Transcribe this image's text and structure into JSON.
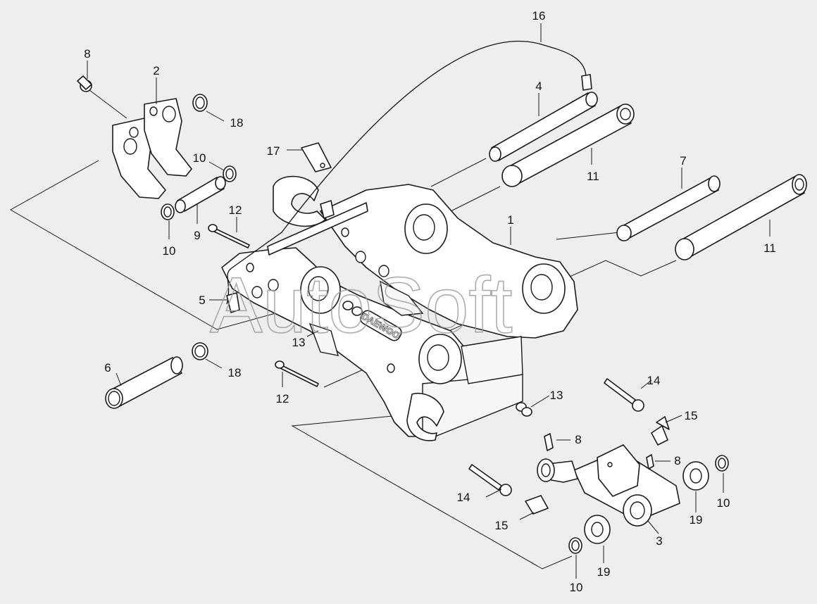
{
  "diagram": {
    "watermark": "AutoSoft",
    "logo": "DAEWOO",
    "callouts": [
      {
        "id": "c16",
        "text": "16"
      },
      {
        "id": "c8a",
        "text": "8"
      },
      {
        "id": "c2",
        "text": "2"
      },
      {
        "id": "c18a",
        "text": "18"
      },
      {
        "id": "c4",
        "text": "4"
      },
      {
        "id": "c17",
        "text": "17"
      },
      {
        "id": "c10a",
        "text": "10"
      },
      {
        "id": "c11a",
        "text": "11"
      },
      {
        "id": "c7",
        "text": "7"
      },
      {
        "id": "c12a",
        "text": "12"
      },
      {
        "id": "c9",
        "text": "9"
      },
      {
        "id": "c10b",
        "text": "10"
      },
      {
        "id": "c1",
        "text": "1"
      },
      {
        "id": "c11b",
        "text": "11"
      },
      {
        "id": "c5",
        "text": "5"
      },
      {
        "id": "c13a",
        "text": "13"
      },
      {
        "id": "c6",
        "text": "6"
      },
      {
        "id": "c18b",
        "text": "18"
      },
      {
        "id": "c12b",
        "text": "12"
      },
      {
        "id": "c13b",
        "text": "13"
      },
      {
        "id": "c14a",
        "text": "14"
      },
      {
        "id": "c15a",
        "text": "15"
      },
      {
        "id": "c8b",
        "text": "8"
      },
      {
        "id": "c8c",
        "text": "8"
      },
      {
        "id": "c14b",
        "text": "14"
      },
      {
        "id": "c10c",
        "text": "10"
      },
      {
        "id": "c19a",
        "text": "19"
      },
      {
        "id": "c15b",
        "text": "15"
      },
      {
        "id": "c3",
        "text": "3"
      },
      {
        "id": "c19b",
        "text": "19"
      },
      {
        "id": "c10d",
        "text": "10"
      }
    ]
  }
}
